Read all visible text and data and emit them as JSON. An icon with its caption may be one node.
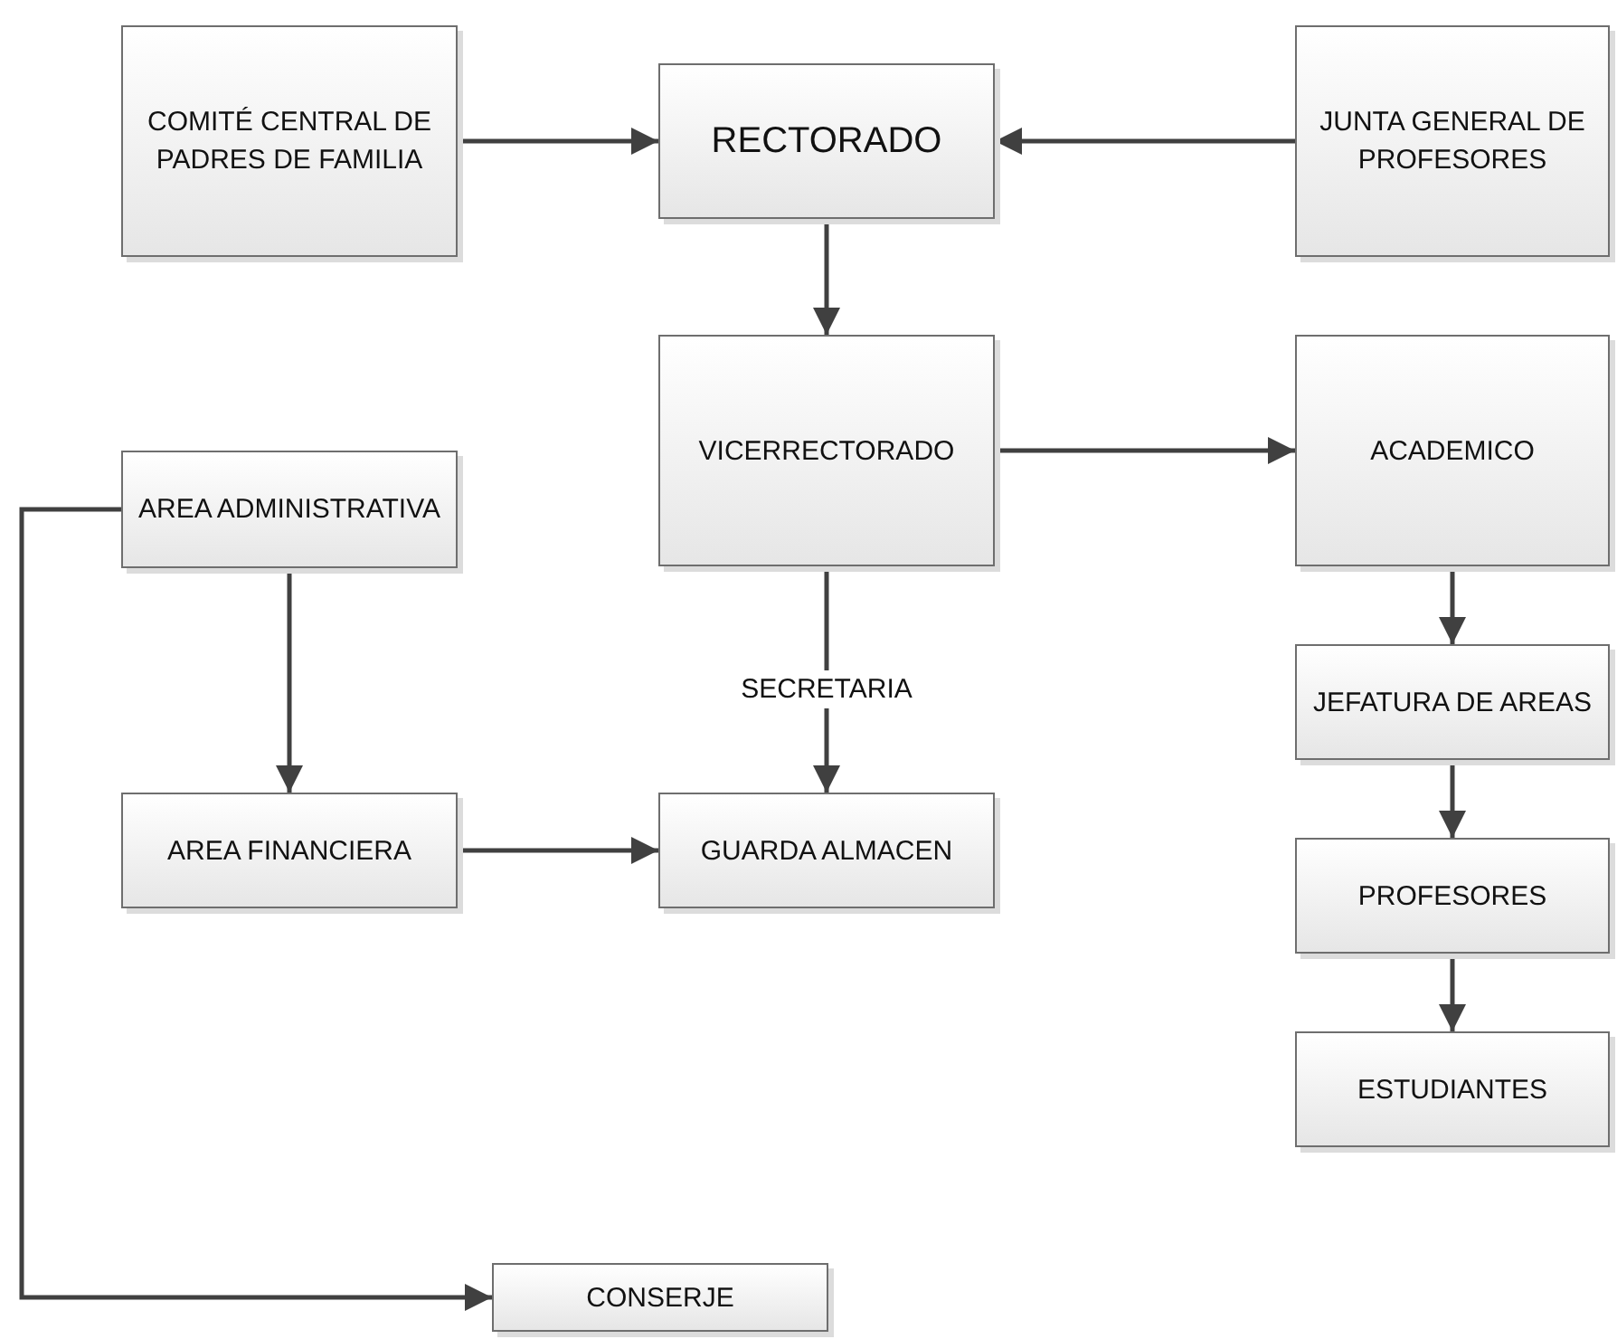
{
  "diagram": {
    "nodes": [
      {
        "text": [
          "COMITÉ CENTRAL DE PADRES DE FAMILIA"
        ]
      },
      {
        "text": [
          "RECTORADO"
        ]
      },
      {
        "text": [
          "JUNTA GENERAL DE PROFESORES"
        ]
      },
      {
        "text": [
          "VICERRECTORADO"
        ]
      },
      {
        "text": [
          "ACADEMICO"
        ]
      },
      {
        "text": [
          "AREA ADMINISTRATIVA"
        ]
      },
      {
        "text": [
          "JEFATURA DE AREAS"
        ]
      },
      {
        "text": [
          "AREA FINANCIERA"
        ]
      },
      {
        "text": [
          "GUARDA ALMACEN"
        ]
      },
      {
        "text": [
          "PROFESORES"
        ]
      },
      {
        "text": [
          "ESTUDIANTES"
        ]
      },
      {
        "text": [
          "CONSERJE"
        ]
      }
    ],
    "edges": [
      {
        "from": 0,
        "to": 1,
        "arrow": "to"
      },
      {
        "from": 2,
        "to": 1,
        "arrow": "to"
      },
      {
        "from": 1,
        "to": 3,
        "arrow": "to"
      },
      {
        "from": 3,
        "to": 4,
        "arrow": "to"
      },
      {
        "from": 5,
        "to": 7,
        "arrow": "to"
      },
      {
        "from": 3,
        "to": 8,
        "label": "SECRETARIA",
        "arrow": "to"
      },
      {
        "from": 7,
        "to": 8,
        "arrow": "to"
      },
      {
        "from": 5,
        "to": 11,
        "arrow": "to"
      },
      {
        "from": 4,
        "to": 6,
        "arrow": "to"
      },
      {
        "from": 6,
        "to": 9,
        "arrow": "to"
      },
      {
        "from": 9,
        "to": 10,
        "arrow": "to"
      }
    ]
  }
}
